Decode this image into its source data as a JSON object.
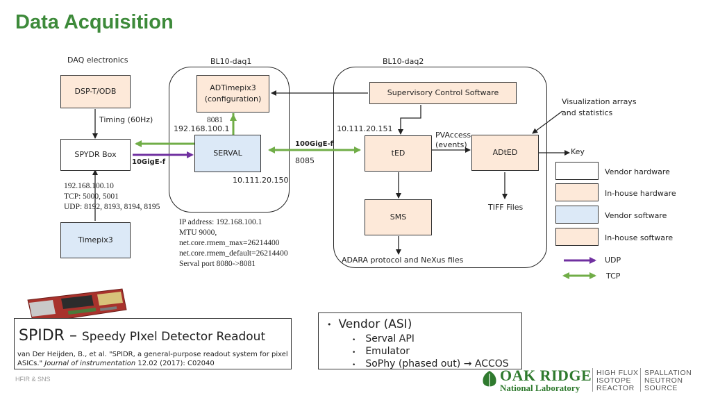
{
  "title": "Data Acquisition",
  "section_labels": {
    "daq_electronics": "DAQ electronics",
    "bl10_daq1": "BL10-daq1",
    "bl10_daq2": "BL10-daq2"
  },
  "boxes": {
    "dsp": "DSP-T/ODB",
    "spydr": "SPYDR Box",
    "timepix3": "Timepix3",
    "adtimepix3_line1": "ADTimepix3",
    "adtimepix3_line2": "(configuration)",
    "serval": "SERVAL",
    "supervisory": "Supervisory Control Software",
    "ted": "tED",
    "adted": "ADtED",
    "sms": "SMS"
  },
  "annotations": {
    "timing": "Timing (60Hz)",
    "port_8081": "8081",
    "ip_daq1": "192.168.100.1",
    "ip_daq2": "10.111.20.151",
    "pvaccess_line1": "PVAccess",
    "pvaccess_line2": "(events)",
    "link_100gige": "100GigE-f",
    "link_10gige": "10GigE-f",
    "port_8085": "8085",
    "serval_ip": "10.111.20.150",
    "spydr_ip": "192.168.100.10",
    "spydr_tcp": "TCP: 5000, 5001",
    "spydr_udp": "UDP:  8192, 8193, 8194, 8195",
    "serval_config": [
      "IP address: 192.168.100.1",
      "MTU 9000,",
      "net.core.rmem_max=26214400",
      "net.core.rmem_default=26214400",
      "Serval port 8080->8081"
    ],
    "visualization_line1": "Visualization arrays",
    "visualization_line2": "and statistics",
    "tiff_files": "TIFF Files",
    "adara": "ADARA protocol and NeXus files"
  },
  "key": {
    "title": "Key",
    "items": [
      {
        "label": "Vendor hardware",
        "color": "#ffffff"
      },
      {
        "label": "In-house hardware",
        "color": "#fde9d9"
      },
      {
        "label": "Vendor software",
        "color": "#dce9f7"
      },
      {
        "label": "In-house software",
        "color": "#fde9d9"
      }
    ],
    "udp_label": "UDP",
    "tcp_label": "TCP",
    "udp_color": "#7030a0",
    "tcp_color": "#70ad47"
  },
  "spidr": {
    "title_big": "SPIDR – ",
    "title_rest": "Speedy PIxel Detector Readout",
    "ref_part1": "van Der Heijden, B., et al. \"SPIDR, a general-purpose readout system for pixel ASICs.\" ",
    "ref_journal": "Journal of instrumentation",
    "ref_part2": " 12.02 (2017): C02040"
  },
  "vendor": {
    "heading": "Vendor (ASI)",
    "items": [
      "Serval API",
      "Emulator",
      "SoPhy (phased out) → ACCOS"
    ]
  },
  "footer": "HFIR & SNS",
  "logo": {
    "oak": "OAK RIDGE",
    "national": "National Laboratory",
    "hfir": [
      "HIGH FLUX",
      "ISOTOPE",
      "REACTOR"
    ],
    "sns": [
      "SPALLATION",
      "NEUTRON",
      "SOURCE"
    ]
  },
  "colors": {
    "title_green": "#3d8a3a",
    "tcp_green": "#70ad47",
    "udp_purple": "#7030a0"
  }
}
